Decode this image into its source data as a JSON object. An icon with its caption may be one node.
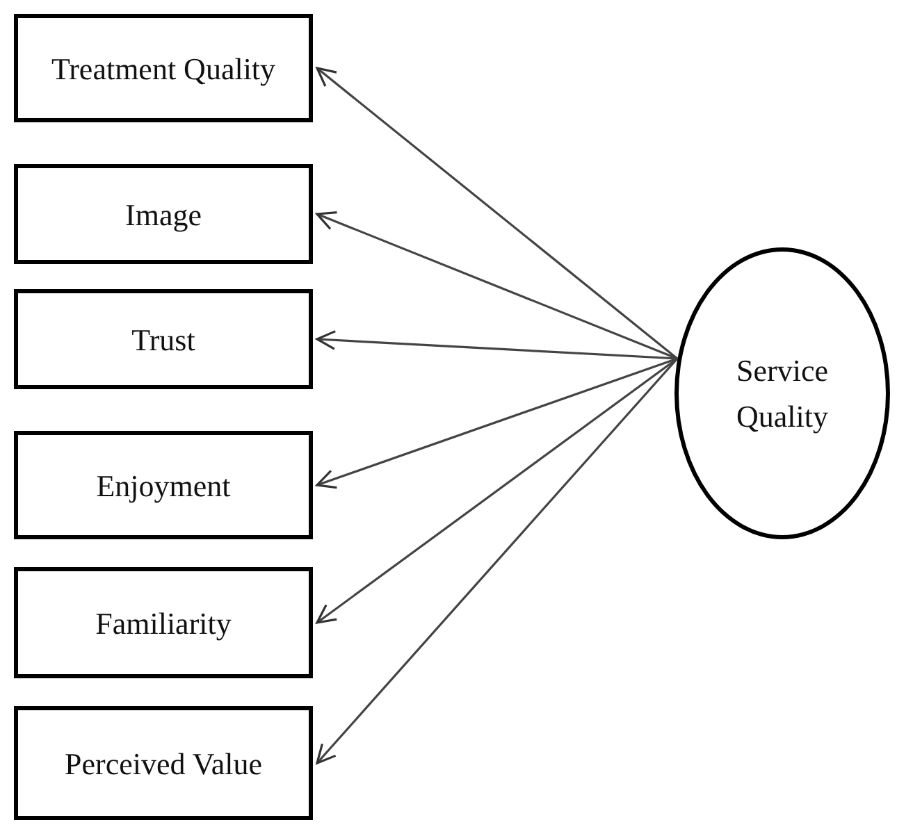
{
  "diagram": {
    "nodes": [
      {
        "text": [
          "Treatment Quality"
        ]
      },
      {
        "text": [
          "Image"
        ]
      },
      {
        "text": [
          "Trust"
        ]
      },
      {
        "text": [
          "Enjoyment"
        ]
      },
      {
        "text": [
          "Familiarity"
        ]
      },
      {
        "text": [
          "Perceived Value"
        ]
      },
      {
        "text": [
          "Service Quality"
        ]
      }
    ],
    "edges": [
      {
        "from": 6,
        "to": 0,
        "arrow": "to"
      },
      {
        "from": 6,
        "to": 1,
        "arrow": "to"
      },
      {
        "from": 6,
        "to": 2,
        "arrow": "to"
      },
      {
        "from": 6,
        "to": 3,
        "arrow": "to"
      },
      {
        "from": 6,
        "to": 4,
        "arrow": "to"
      },
      {
        "from": 6,
        "to": 5,
        "arrow": "to"
      }
    ]
  }
}
